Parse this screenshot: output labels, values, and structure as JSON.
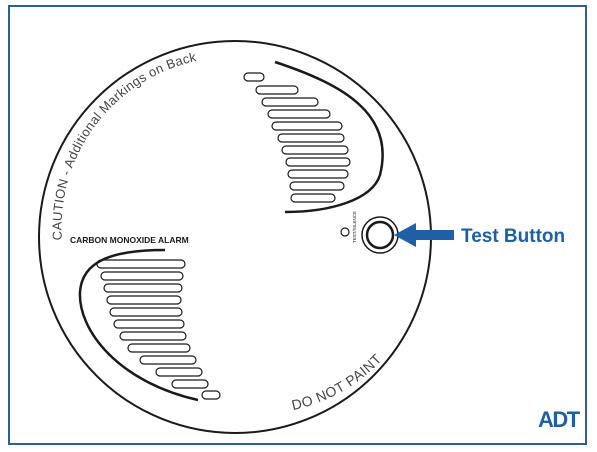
{
  "device": {
    "curved_text_top": "CAUTION - Additional Markings on Back",
    "label_left": "CARBON MONOXIDE ALARM",
    "curved_text_bottom": "DO NOT PAINT",
    "button_text": "TEST/SILENCE"
  },
  "callout": {
    "label": "Test Button",
    "color": "#1f5fa3"
  },
  "brand": {
    "logo_text": "ADT",
    "color": "#1f5fa3"
  }
}
